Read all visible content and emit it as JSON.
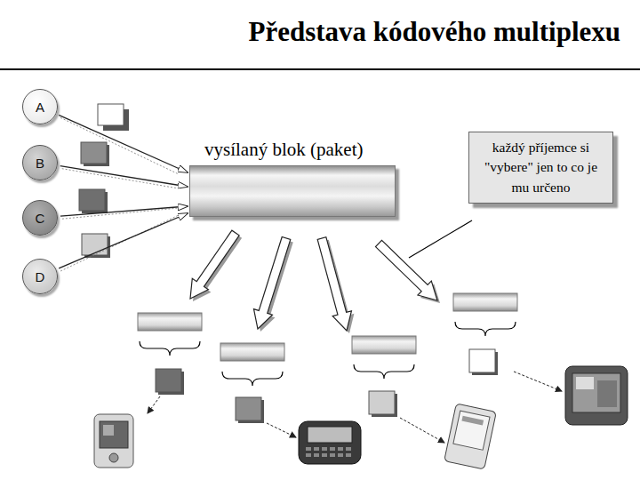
{
  "diagram": {
    "title": "Představa kódového multiplexu",
    "nodes": [
      {
        "text": [
          "A"
        ]
      },
      {
        "text": [
          "B"
        ]
      },
      {
        "text": [
          "C"
        ]
      },
      {
        "text": [
          "D"
        ]
      },
      {
        "text": [
          "vysílaný blok (paket)"
        ]
      },
      {
        "text": [
          "každý příjemce si \"vybere\" jen to co je mu určeno"
        ]
      }
    ],
    "edges": [
      {
        "from": 0,
        "to": 4,
        "arrow": "to"
      },
      {
        "from": 1,
        "to": 4,
        "arrow": "to"
      },
      {
        "from": 2,
        "to": 4,
        "arrow": "to"
      },
      {
        "from": 3,
        "to": 4,
        "arrow": "to"
      }
    ]
  }
}
